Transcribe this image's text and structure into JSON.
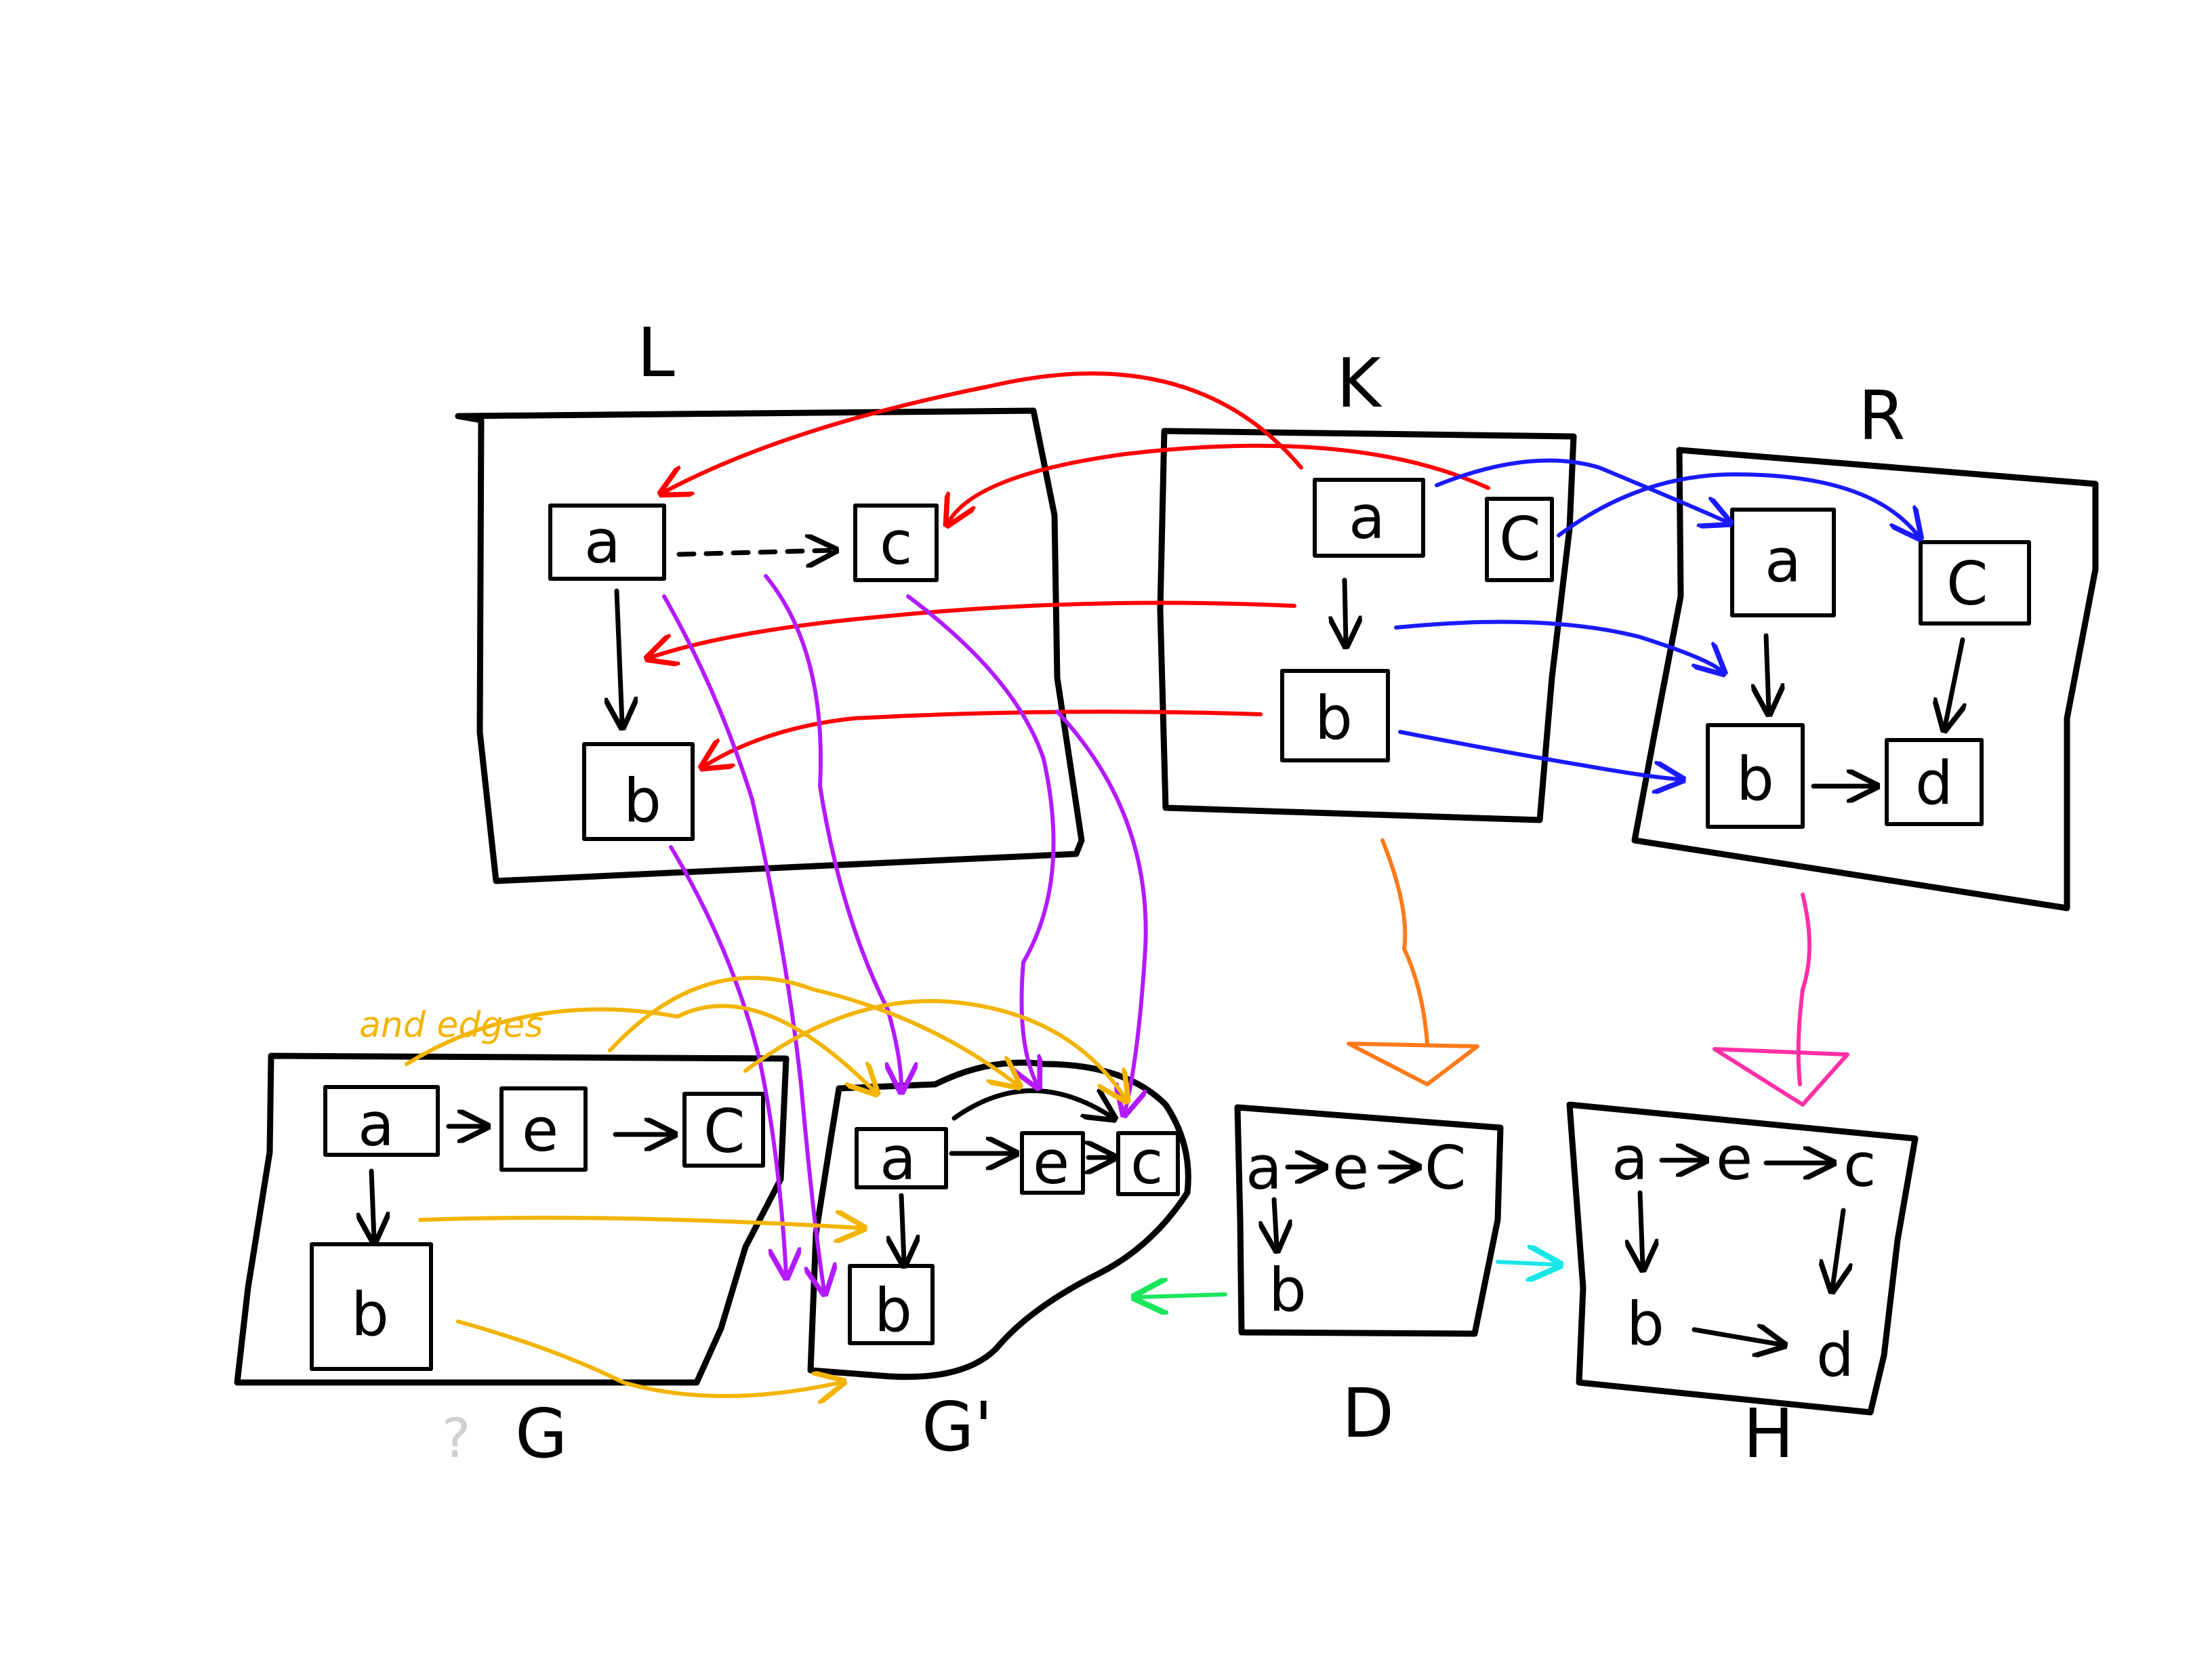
{
  "colors": {
    "ink": "#000000",
    "red": "#ff0000",
    "blue": "#1a1aff",
    "purple": "#b31aff",
    "orange": "#ff7a1a",
    "pink": "#ff2fa6",
    "yellow": "#f2b400",
    "green": "#19e65a",
    "cyan": "#19e6e6"
  },
  "graphs": {
    "L": {
      "title": "L",
      "nodes": {
        "a": "a",
        "c": "c",
        "b": "b"
      }
    },
    "K": {
      "title": "K",
      "nodes": {
        "a": "a",
        "c": "C",
        "b": "b"
      }
    },
    "R": {
      "title": "R",
      "nodes": {
        "a": "a",
        "c": "C",
        "b": "b",
        "d": "d"
      }
    },
    "G": {
      "title": "G",
      "mark": "?",
      "nodes": {
        "a": "a",
        "e": "e",
        "c": "C",
        "b": "b"
      }
    },
    "Gp": {
      "title": "G'",
      "nodes": {
        "a": "a",
        "e": "e",
        "c": "c",
        "b": "b"
      }
    },
    "D": {
      "title": "D",
      "nodes": {
        "a": "a",
        "e": "e",
        "c": "C",
        "b": "b"
      }
    },
    "H": {
      "title": "H",
      "nodes": {
        "a": "a",
        "e": "e",
        "c": "c",
        "b": "b",
        "d": "d"
      }
    }
  },
  "annotations": {
    "and_edges": "and edges"
  }
}
